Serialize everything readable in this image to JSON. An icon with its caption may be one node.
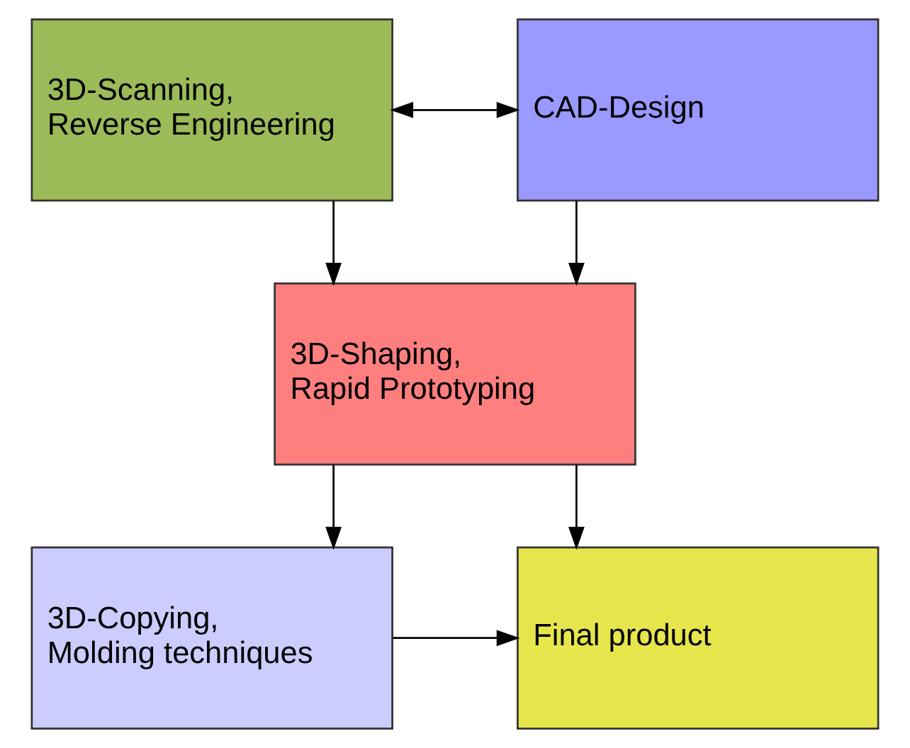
{
  "diagram": {
    "nodes": [
      {
        "text": [
          "3D-Scanning, Reverse Engineering"
        ]
      },
      {
        "text": [
          "CAD-Design"
        ]
      },
      {
        "text": [
          "3D-Shaping, Rapid Prototyping"
        ]
      },
      {
        "text": [
          "3D-Copying, Molding techniques"
        ]
      },
      {
        "text": [
          "Final product"
        ]
      }
    ],
    "edges": [
      {
        "from": 0,
        "to": 1,
        "arrow": "both"
      },
      {
        "from": 0,
        "to": 2,
        "arrow": "to"
      },
      {
        "from": 1,
        "to": 2,
        "arrow": "to"
      },
      {
        "from": 2,
        "to": 3,
        "arrow": "to"
      },
      {
        "from": 2,
        "to": 4,
        "arrow": "to"
      },
      {
        "from": 3,
        "to": 4,
        "arrow": "to"
      }
    ]
  }
}
